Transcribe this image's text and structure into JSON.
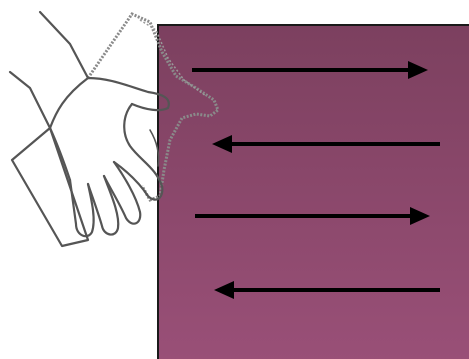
{
  "diagram": {
    "colors": {
      "background": "#ffffff",
      "panel_top": "#7c405f",
      "panel_bottom": "#9a5078",
      "panel_border": "#1a1a1a",
      "arrow": "#000000",
      "glove_outline": "#555555",
      "cloth_outline": "#8a8a8a"
    },
    "arrows": [
      {
        "name": "arrow-1-right",
        "direction": "right"
      },
      {
        "name": "arrow-2-left",
        "direction": "left"
      },
      {
        "name": "arrow-3-right",
        "direction": "right"
      },
      {
        "name": "arrow-4-left",
        "direction": "left"
      }
    ],
    "icons": {
      "hand": "gloved-hand-icon",
      "cloth": "wiping-cloth-icon"
    }
  }
}
